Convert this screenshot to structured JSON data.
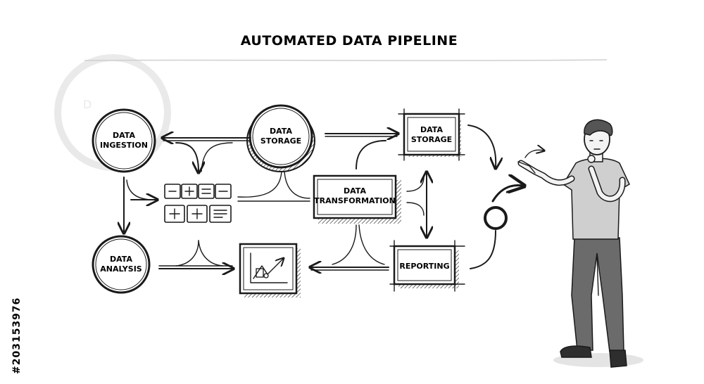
{
  "title": "AUTOMATED DATA PIPELINE",
  "nodes": {
    "data_ingestion": [
      "DATA",
      "INGESTION"
    ],
    "data_storage_circle": [
      "DATA",
      "STORAGE"
    ],
    "data_storage_box": [
      "DATA",
      "STORAGE"
    ],
    "data_transformation": [
      "DATA",
      "TRANSFORMATION"
    ],
    "data_analysis": [
      "DATA",
      "ANALYSIS"
    ],
    "reporting": "REPORTING"
  },
  "stock_id": "#203153976",
  "watermark_letter": "D",
  "icons": {
    "calculator": "calculator-keys-icon",
    "chart": "line-chart-icon",
    "ring": "ring-icon",
    "person": "thinking-man-pointing-icon"
  }
}
